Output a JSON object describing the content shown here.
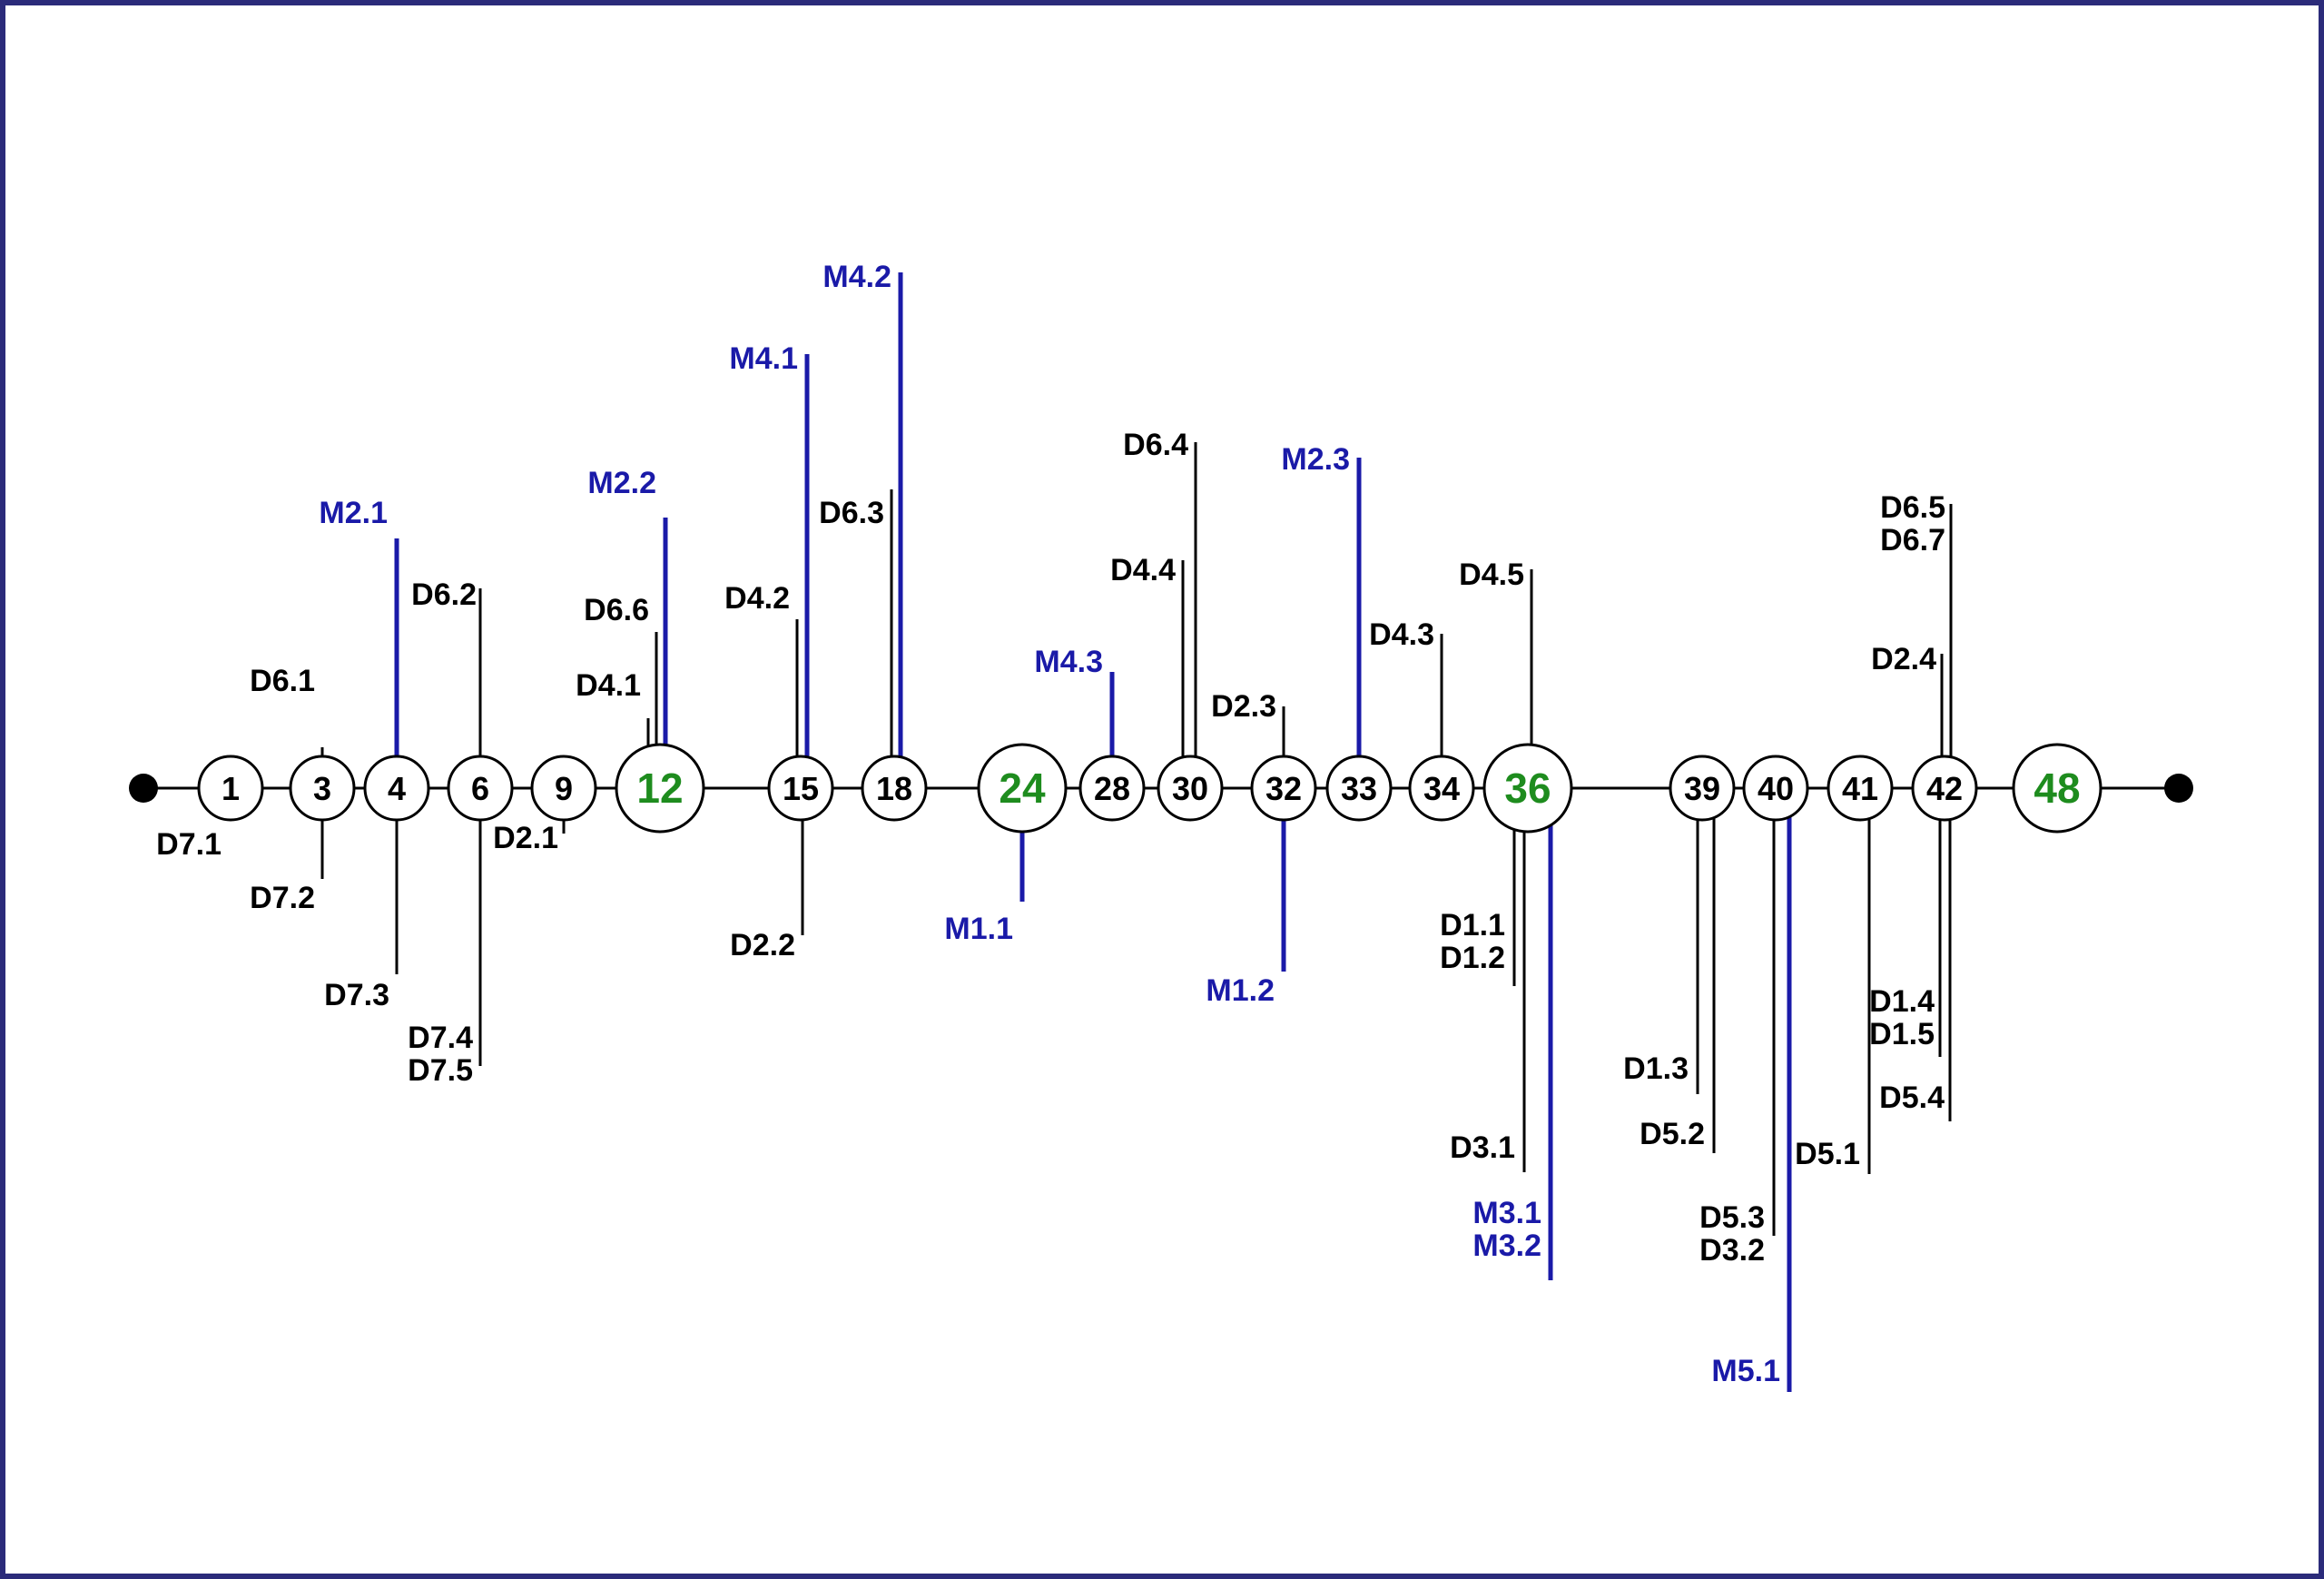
{
  "colors": {
    "frame": "#2b2b7a",
    "line": "#000000",
    "m_marker": "#1a1aa8",
    "milestone_text": "#1e8c1e",
    "node_text": "#000000",
    "background": "#ffffff"
  },
  "timeline": {
    "start_terminal": "filled-dot",
    "end_terminal": "filled-dot"
  },
  "nodes": [
    {
      "label": "1",
      "milestone": false
    },
    {
      "label": "3",
      "milestone": false
    },
    {
      "label": "4",
      "milestone": false
    },
    {
      "label": "6",
      "milestone": false
    },
    {
      "label": "9",
      "milestone": false
    },
    {
      "label": "12",
      "milestone": true
    },
    {
      "label": "15",
      "milestone": false
    },
    {
      "label": "18",
      "milestone": false
    },
    {
      "label": "24",
      "milestone": true
    },
    {
      "label": "28",
      "milestone": false
    },
    {
      "label": "30",
      "milestone": false
    },
    {
      "label": "32",
      "milestone": false
    },
    {
      "label": "33",
      "milestone": false
    },
    {
      "label": "34",
      "milestone": false
    },
    {
      "label": "36",
      "milestone": true
    },
    {
      "label": "39",
      "milestone": false
    },
    {
      "label": "40",
      "milestone": false
    },
    {
      "label": "41",
      "milestone": false
    },
    {
      "label": "42",
      "milestone": false
    },
    {
      "label": "48",
      "milestone": true
    }
  ],
  "markers": [
    {
      "node": "1",
      "dir": "down",
      "labels": [
        "D7.1"
      ],
      "kind": "D"
    },
    {
      "node": "3",
      "dir": "up",
      "labels": [
        "D6.1"
      ],
      "kind": "D"
    },
    {
      "node": "3",
      "dir": "down",
      "labels": [
        "D7.2"
      ],
      "kind": "D"
    },
    {
      "node": "4",
      "dir": "up",
      "labels": [
        "M2.1"
      ],
      "kind": "M"
    },
    {
      "node": "4",
      "dir": "down",
      "labels": [
        "D7.3"
      ],
      "kind": "D"
    },
    {
      "node": "6",
      "dir": "up",
      "labels": [
        "D6.2"
      ],
      "kind": "D"
    },
    {
      "node": "6",
      "dir": "down",
      "labels": [
        "D7.4",
        "D7.5"
      ],
      "kind": "D"
    },
    {
      "node": "9",
      "dir": "down",
      "labels": [
        "D2.1"
      ],
      "kind": "D"
    },
    {
      "node": "12",
      "dir": "up",
      "labels": [
        "D4.1"
      ],
      "kind": "D"
    },
    {
      "node": "12",
      "dir": "up",
      "labels": [
        "D6.6"
      ],
      "kind": "D"
    },
    {
      "node": "12",
      "dir": "up",
      "labels": [
        "M2.2"
      ],
      "kind": "M"
    },
    {
      "node": "15",
      "dir": "up",
      "labels": [
        "D4.2"
      ],
      "kind": "D"
    },
    {
      "node": "15",
      "dir": "up",
      "labels": [
        "M4.1"
      ],
      "kind": "M"
    },
    {
      "node": "15",
      "dir": "down",
      "labels": [
        "D2.2"
      ],
      "kind": "D"
    },
    {
      "node": "18",
      "dir": "up",
      "labels": [
        "D6.3"
      ],
      "kind": "D"
    },
    {
      "node": "18",
      "dir": "up",
      "labels": [
        "M4.2"
      ],
      "kind": "M"
    },
    {
      "node": "24",
      "dir": "down",
      "labels": [
        "M1.1"
      ],
      "kind": "M"
    },
    {
      "node": "28",
      "dir": "up",
      "labels": [
        "M4.3"
      ],
      "kind": "M"
    },
    {
      "node": "30",
      "dir": "up",
      "labels": [
        "D4.4"
      ],
      "kind": "D"
    },
    {
      "node": "30",
      "dir": "up",
      "labels": [
        "D6.4"
      ],
      "kind": "D"
    },
    {
      "node": "32",
      "dir": "up",
      "labels": [
        "D2.3"
      ],
      "kind": "D"
    },
    {
      "node": "32",
      "dir": "down",
      "labels": [
        "M1.2"
      ],
      "kind": "M"
    },
    {
      "node": "33",
      "dir": "up",
      "labels": [
        "M2.3"
      ],
      "kind": "M"
    },
    {
      "node": "34",
      "dir": "up",
      "labels": [
        "D4.3"
      ],
      "kind": "D"
    },
    {
      "node": "36",
      "dir": "up",
      "labels": [
        "D4.5"
      ],
      "kind": "D"
    },
    {
      "node": "36",
      "dir": "down",
      "labels": [
        "D1.1",
        "D1.2"
      ],
      "kind": "D"
    },
    {
      "node": "36",
      "dir": "down",
      "labels": [
        "D3.1"
      ],
      "kind": "D"
    },
    {
      "node": "36",
      "dir": "down",
      "labels": [
        "M3.1",
        "M3.2"
      ],
      "kind": "M"
    },
    {
      "node": "39",
      "dir": "down",
      "labels": [
        "D1.3"
      ],
      "kind": "D"
    },
    {
      "node": "39",
      "dir": "down",
      "labels": [
        "D5.2"
      ],
      "kind": "D"
    },
    {
      "node": "40",
      "dir": "down",
      "labels": [
        "D5.3",
        "D3.2"
      ],
      "kind": "D"
    },
    {
      "node": "40",
      "dir": "down",
      "labels": [
        "M5.1"
      ],
      "kind": "M"
    },
    {
      "node": "41",
      "dir": "down",
      "labels": [
        "D5.1"
      ],
      "kind": "D"
    },
    {
      "node": "42",
      "dir": "up",
      "labels": [
        "D2.4"
      ],
      "kind": "D"
    },
    {
      "node": "42",
      "dir": "up",
      "labels": [
        "D6.5",
        "D6.7"
      ],
      "kind": "D"
    },
    {
      "node": "42",
      "dir": "down",
      "labels": [
        "D1.4",
        "D1.5"
      ],
      "kind": "D"
    },
    {
      "node": "42",
      "dir": "down",
      "labels": [
        "D5.4"
      ],
      "kind": "D"
    }
  ]
}
